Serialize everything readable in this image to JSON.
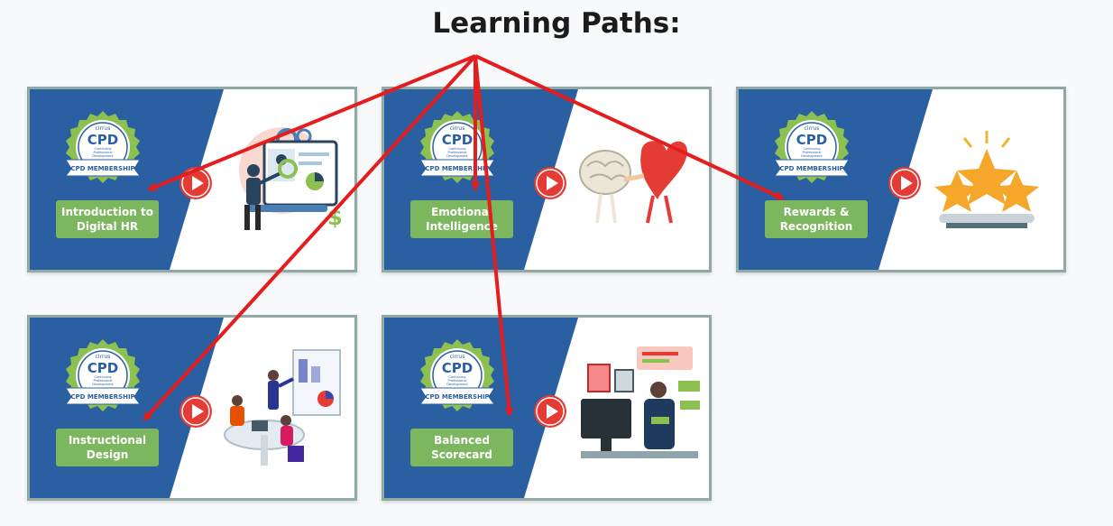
{
  "heading": "Learning Paths:",
  "badge": {
    "brand": "cirrus",
    "acronym": "CPD",
    "line1": "Continuing",
    "line2": "Professional",
    "line3": "Development",
    "ribbon": "CPD MEMBERSHIP"
  },
  "colors": {
    "card_blue": "#2a5fa1",
    "button_green": "#7cb65e",
    "play_red": "#e53b35",
    "arrow_red": "#e41e1e",
    "card_border": "#8fa9a5"
  },
  "courses": [
    {
      "title": "Introduction to Digital HR",
      "line1": "Introduction to",
      "line2": "Digital HR",
      "illustration": "digital-hr-illustration"
    },
    {
      "title": "Emotional Intelligence",
      "line1": "Emotional",
      "line2": "Intelligence",
      "illustration": "brain-heart-illustration"
    },
    {
      "title": "Rewards & Recognition",
      "line1": "Rewards &",
      "line2": "Recognition",
      "illustration": "stars-illustration"
    },
    {
      "title": "Instructional Design",
      "line1": "Instructional",
      "line2": "Design",
      "illustration": "meeting-illustration"
    },
    {
      "title": "Balanced Scorecard",
      "line1": "Balanced",
      "line2": "Scorecard",
      "illustration": "accountant-illustration"
    }
  ]
}
